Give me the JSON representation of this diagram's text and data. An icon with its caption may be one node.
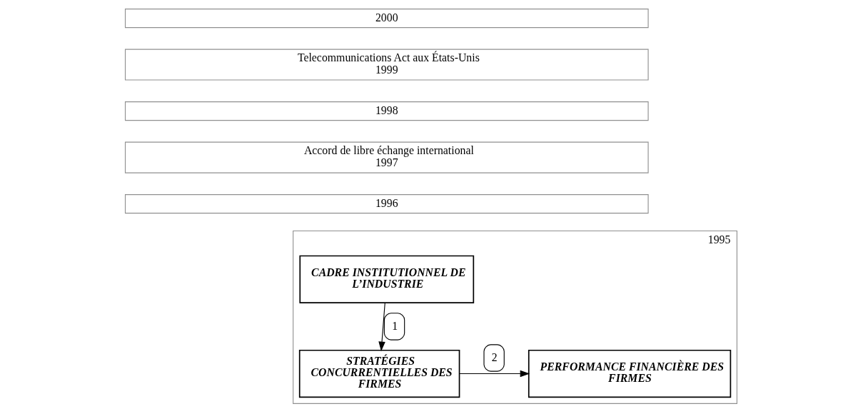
{
  "diagram": {
    "nodes": [
      {
        "text": [
          "2000"
        ]
      },
      {
        "text": [
          "Telecommunications Act aux États-Unis",
          "1999"
        ]
      },
      {
        "text": [
          "1998"
        ]
      },
      {
        "text": [
          "Accord de libre échange international",
          "1997"
        ]
      },
      {
        "text": [
          "1996"
        ]
      },
      {
        "text": [
          "1995"
        ]
      },
      {
        "text": [
          "CADRE INSTITUTIONNEL DE L’INDUSTRIE"
        ],
        "in": 5
      },
      {
        "text": [
          "STRATÉGIES CONCURRENTIELLES DES FIRMES"
        ],
        "in": 5
      },
      {
        "text": [
          "PERFORMANCE FINANCIÈRE DES FIRMES"
        ],
        "in": 5
      }
    ],
    "edges": [
      {
        "from": 6,
        "to": 7,
        "arrow": "to",
        "label": "1"
      },
      {
        "from": 7,
        "to": 8,
        "arrow": "to",
        "label": "2"
      }
    ]
  }
}
